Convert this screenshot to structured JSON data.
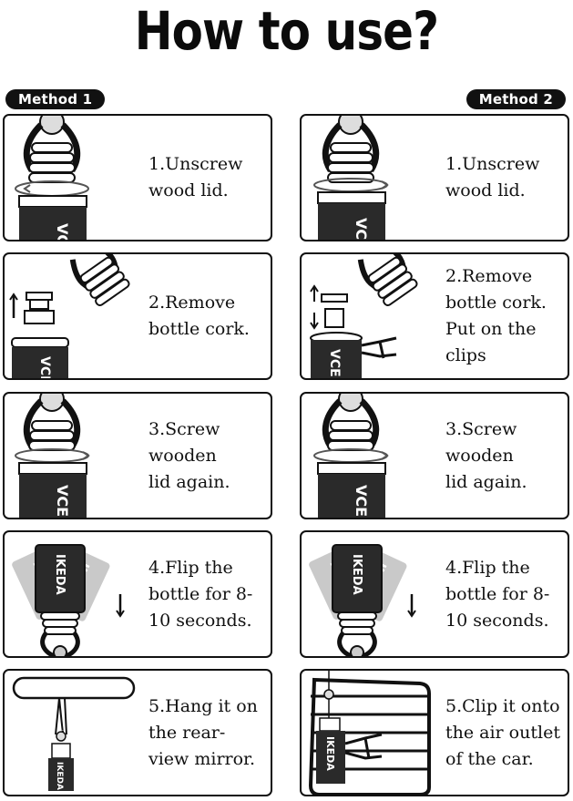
{
  "title": "How to use?",
  "methods": [
    {
      "label": "Method 1",
      "steps": [
        {
          "text": "1.Unscrew\nwood lid.",
          "illustration": "unscrew-lid-icon"
        },
        {
          "text": "2.Remove\nbottle cork.",
          "illustration": "remove-cork-icon"
        },
        {
          "text": "3.Screw\nwooden\nlid again.",
          "illustration": "screw-lid-icon"
        },
        {
          "text": "4.Flip the\nbottle for 8-\n10 seconds.",
          "illustration": "flip-bottle-icon"
        },
        {
          "text": "5.Hang it on\nthe rear-\nview mirror.",
          "illustration": "rearview-mirror-icon"
        }
      ]
    },
    {
      "label": "Method 2",
      "steps": [
        {
          "text": "1.Unscrew\nwood lid.",
          "illustration": "unscrew-lid-icon"
        },
        {
          "text": "2.Remove\nbottle cork.\nPut on the\nclips",
          "illustration": "remove-cork-clip-icon"
        },
        {
          "text": "3.Screw\nwooden\nlid again.",
          "illustration": "screw-lid-icon"
        },
        {
          "text": "4.Flip the\nbottle for 8-\n10 seconds.",
          "illustration": "flip-bottle-icon"
        },
        {
          "text": "5.Clip it onto\nthe air outlet\nof the car.",
          "illustration": "air-vent-clip-icon"
        }
      ]
    }
  ],
  "brand_labels": {
    "short": "VCE",
    "full": "IKEDA"
  },
  "colors": {
    "ink": "#111111",
    "paper": "#ffffff",
    "bottle": "#2a2a2a"
  }
}
